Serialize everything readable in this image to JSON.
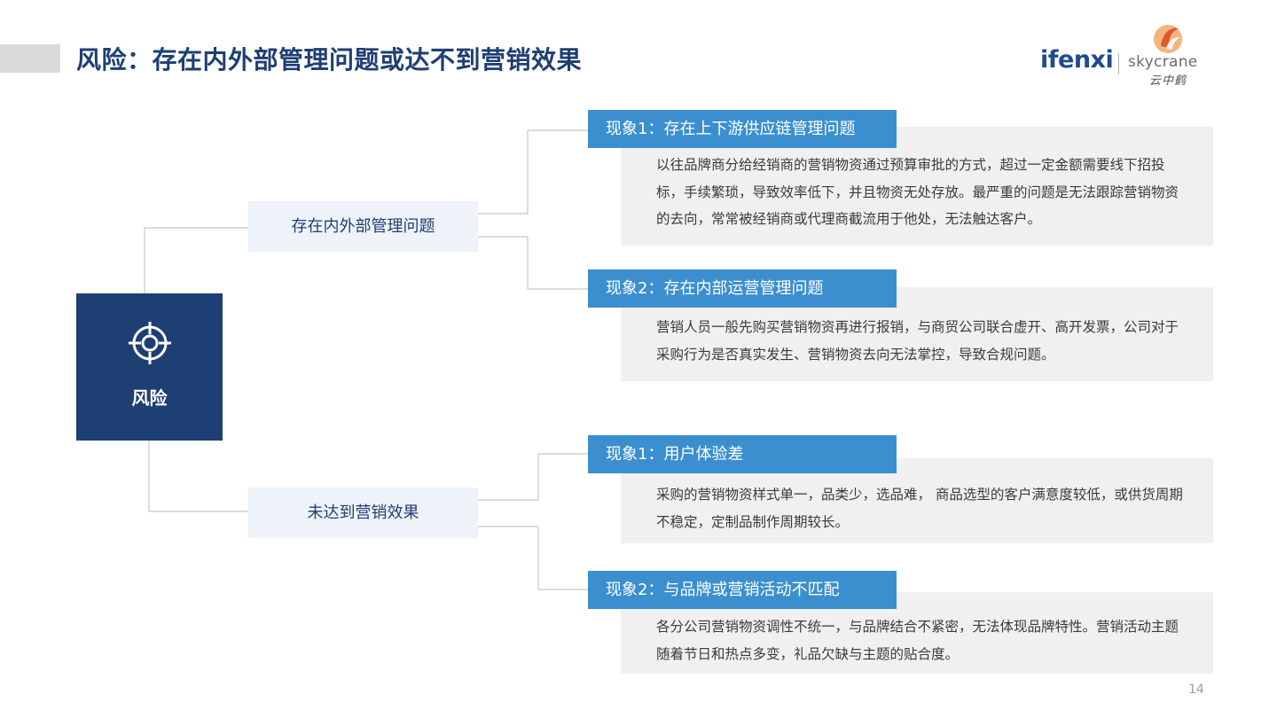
{
  "header": {
    "title": "风险：存在内外部管理问题或达不到营销效果",
    "logo_ifenxi": "ifenxi",
    "logo_skycrane": "skycrane",
    "logo_cn": "云中鹤"
  },
  "root": {
    "label": "风险"
  },
  "categories": [
    {
      "label": "存在内外部管理问题",
      "phenomena": [
        {
          "tag": "现象1：存在上下游供应链管理问题",
          "text": "以往品牌商分给经销商的营销物资通过预算审批的方式，超过一定金额需要线下招投标，手续繁琐，导致效率低下，并且物资无处存放。最严重的问题是无法跟踪营销物资的去向，常常被经销商或代理商截流用于他处，无法触达客户。"
        },
        {
          "tag": "现象2：存在内部运营管理问题",
          "text": "营销人员一般先购买营销物资再进行报销，与商贸公司联合虚开、高开发票，公司对于采购行为是否真实发生、营销物资去向无法掌控，导致合规问题。"
        }
      ]
    },
    {
      "label": "未达到营销效果",
      "phenomena": [
        {
          "tag": "现象1：用户体验差",
          "text": "采购的营销物资样式单一，品类少，选品难， 商品选型的客户满意度较低，或供货周期不稳定，定制品制作周期较长。"
        },
        {
          "tag": "现象2：与品牌或营销活动不匹配",
          "text": "各分公司营销物资调性不统一，与品牌结合不紧密，无法体现品牌特性。营销活动主题随着节日和热点多变，礼品欠缺与主题的贴合度。"
        }
      ]
    }
  ],
  "page_number": "14",
  "colors": {
    "navy": "#1e3f73",
    "tag_blue": "#3b8fcf",
    "category_bg": "#eef3fa",
    "detail_bg": "#f0f0f0",
    "connector": "#c8c8c8"
  }
}
